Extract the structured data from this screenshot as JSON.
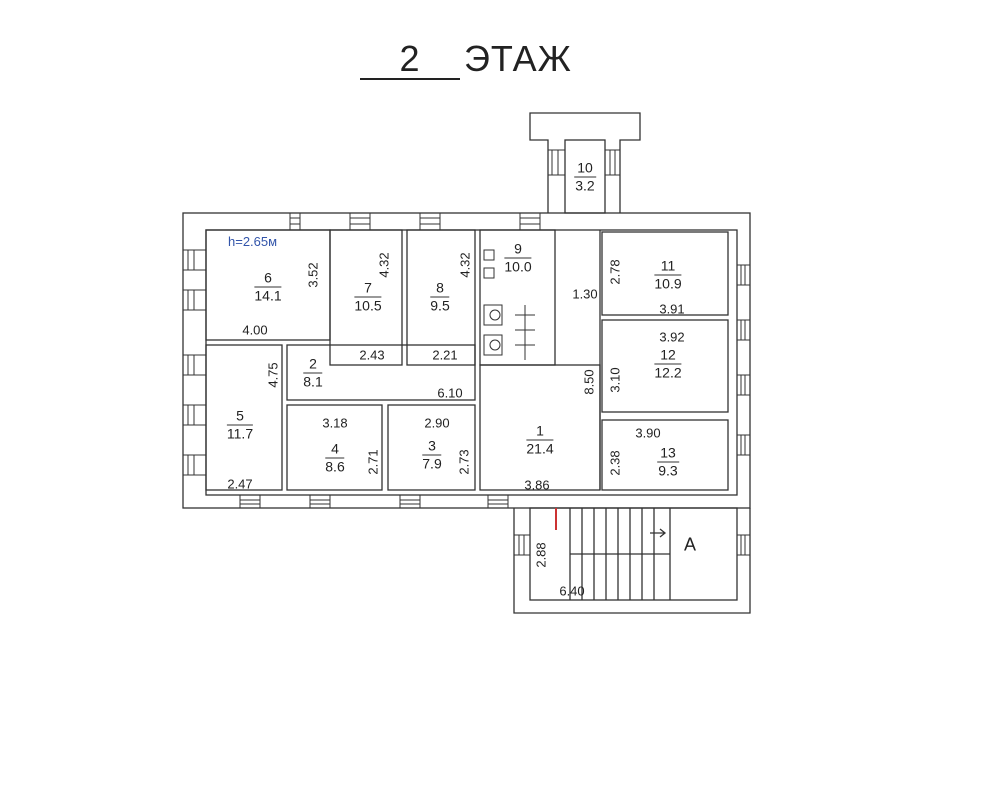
{
  "title": {
    "number": "2",
    "word": "ЭТАЖ"
  },
  "height_note": "h=2.65м",
  "rooms": [
    {
      "number": "1",
      "area": "21.4"
    },
    {
      "number": "2",
      "area": "8.1"
    },
    {
      "number": "3",
      "area": "7.9"
    },
    {
      "number": "4",
      "area": "8.6"
    },
    {
      "number": "5",
      "area": "11.7"
    },
    {
      "number": "6",
      "area": "14.1"
    },
    {
      "number": "7",
      "area": "10.5"
    },
    {
      "number": "8",
      "area": "9.5"
    },
    {
      "number": "9",
      "area": "10.0"
    },
    {
      "number": "10",
      "area": "3.2"
    },
    {
      "number": "11",
      "area": "10.9"
    },
    {
      "number": "12",
      "area": "12.2"
    },
    {
      "number": "13",
      "area": "9.3"
    }
  ],
  "dimensions": [
    "3.52",
    "4.32",
    "4.32",
    "4.00",
    "2.43",
    "2.21",
    "4.75",
    "6.10",
    "3.18",
    "2.90",
    "2.71",
    "2.73",
    "2.47",
    "1.30",
    "2.78",
    "3.91",
    "3.92",
    "8.50",
    "3.10",
    "3.90",
    "2.38",
    "3.86",
    "2.88",
    "6.40"
  ],
  "stair_label": "A"
}
